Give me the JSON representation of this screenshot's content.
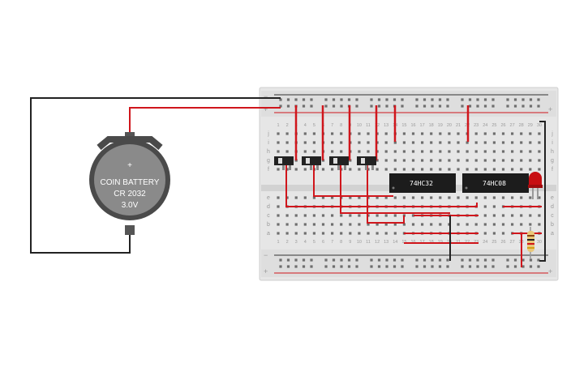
{
  "battery": {
    "symbol": "+",
    "line1": "COIN BATTERY",
    "line2": "CR 2032",
    "line3": "3.0V"
  },
  "chips": {
    "left": "74HC32",
    "right": "74HC08"
  },
  "breadboard": {
    "rows_top": [
      "j",
      "i",
      "h",
      "g",
      "f"
    ],
    "rows_bottom": [
      "e",
      "d",
      "c",
      "b",
      "a"
    ],
    "columns": [
      "1",
      "2",
      "3",
      "4",
      "5",
      "6",
      "7",
      "8",
      "9",
      "10",
      "11",
      "12",
      "13",
      "14",
      "15",
      "16",
      "17",
      "18",
      "19",
      "20",
      "21",
      "22",
      "23",
      "24",
      "25",
      "26",
      "27",
      "28",
      "29",
      "30"
    ],
    "rail_plus": "+",
    "rail_minus": "−"
  },
  "colors": {
    "wire_red": "#d0161c",
    "wire_black": "#222222",
    "board": "#e4e4e4",
    "battery": "#505050",
    "chip": "#1c1c1c",
    "led": "#c80e12"
  }
}
